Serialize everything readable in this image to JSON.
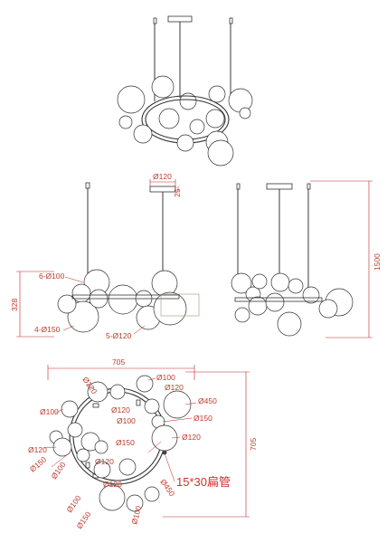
{
  "palette": {
    "line": "#333333",
    "dimension": "#c02222",
    "outline": "#b0a28a"
  },
  "front_view": {
    "canopy_diameter": "Ø120",
    "canopy_height": "25",
    "height": "328",
    "upper_globes": "6-Ø100",
    "lower_globes": "4-Ø150",
    "mid_globes": "5-Ø120"
  },
  "side_view": {
    "overall_height": "1500"
  },
  "top_view": {
    "width": "705",
    "depth": "705",
    "globe_labels": [
      "Ø120",
      "Ø100",
      "Ø120",
      "Ø450",
      "Ø100",
      "Ø120",
      "Ø150",
      "Ø100",
      "Ø150",
      "Ø120",
      "Ø120",
      "Ø120",
      "Ø150",
      "Ø100",
      "Ø120",
      "Ø450",
      "Ø100",
      "Ø100",
      "Ø150"
    ],
    "tube_note": "15*30扁管"
  }
}
